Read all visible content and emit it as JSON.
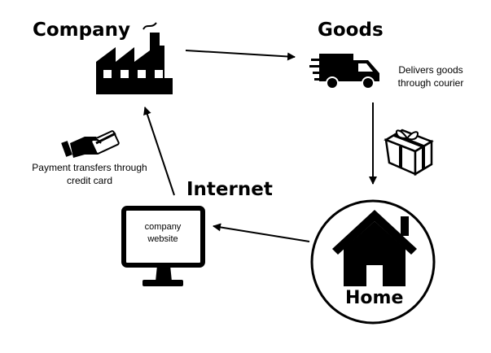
{
  "nodes": {
    "company": {
      "title": "Company"
    },
    "goods": {
      "title": "Goods",
      "note_line1": "Delivers goods",
      "note_line2": "through courier"
    },
    "internet": {
      "title": "Internet",
      "screen_line1": "company",
      "screen_line2": "website"
    },
    "home": {
      "title": "Home"
    },
    "payment": {
      "note_line1": "Payment transfers through",
      "note_line2": "credit card"
    }
  },
  "icons": [
    "factory-icon",
    "delivery-truck-icon",
    "gift-box-icon",
    "house-icon",
    "monitor-icon",
    "card-payment-icon"
  ],
  "colors": {
    "ink": "#000000",
    "background": "#ffffff"
  }
}
